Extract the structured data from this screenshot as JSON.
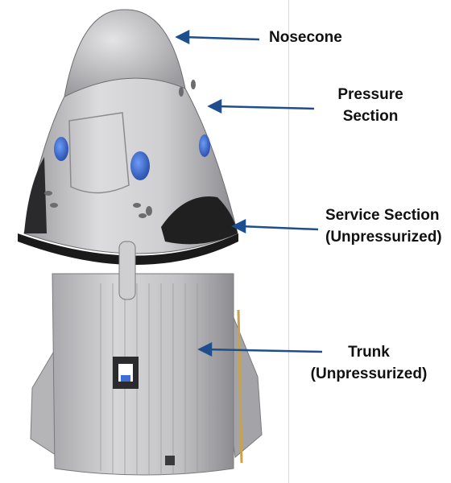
{
  "labels": {
    "nosecone": "Nosecone",
    "pressure_line1": "Pressure",
    "pressure_line2": "Section",
    "service_line1": "Service Section",
    "service_line2": "(Unpressurized)",
    "trunk_line1": "Trunk",
    "trunk_line2": "(Unpressurized)"
  },
  "colors": {
    "arrow": "#1f4e8c",
    "capsule_light": "#d8d8da",
    "capsule_dark": "#8e8e92",
    "window": "#3f6fd6",
    "band": "#1a1a1a",
    "fin_edge": "#c9a24a"
  }
}
